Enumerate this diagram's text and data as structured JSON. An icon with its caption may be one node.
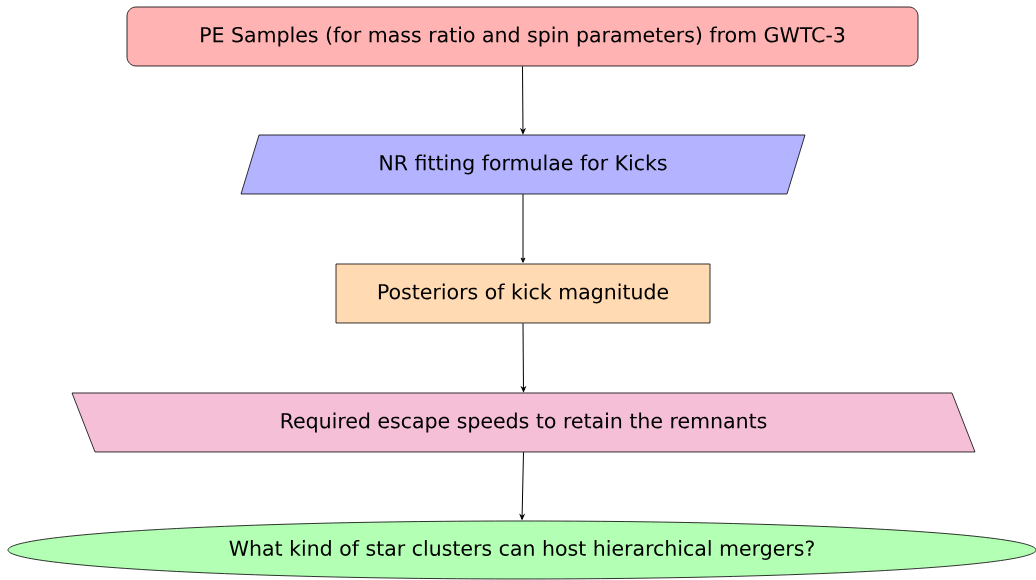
{
  "diagram": {
    "nodes": [
      {
        "text": [
          "PE Samples (for mass ratio and spin parameters) from GWTC-3"
        ]
      },
      {
        "text": [
          "NR fitting formulae for Kicks"
        ]
      },
      {
        "text": [
          "Posteriors of kick magnitude"
        ]
      },
      {
        "text": [
          "Required escape speeds to retain the remnants"
        ]
      },
      {
        "text": [
          "What kind of star clusters can host hierarchical mergers?"
        ]
      }
    ],
    "edges": [
      {
        "from": 0,
        "to": 1,
        "arrow": "to"
      },
      {
        "from": 1,
        "to": 2,
        "arrow": "to"
      },
      {
        "from": 2,
        "to": 3,
        "arrow": "to"
      },
      {
        "from": 3,
        "to": 4,
        "arrow": "to"
      }
    ]
  }
}
